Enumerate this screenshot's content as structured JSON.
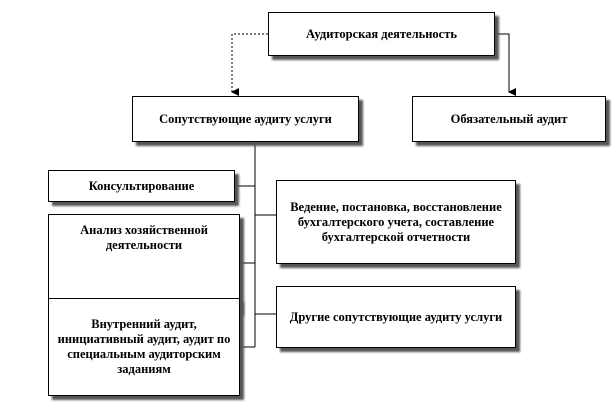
{
  "diagram": {
    "root": {
      "label": "Аудиторская деятельность"
    },
    "branches": [
      {
        "label": "Сопутствующие аудиту услуги",
        "connector": "dotted-arrow"
      },
      {
        "label": "Обязательный аудит",
        "connector": "solid-arrow"
      }
    ],
    "services_left": [
      {
        "label": "Консультирование"
      },
      {
        "label": "Анализ хозяйственной деятельности"
      },
      {
        "label": "Внутренний аудит, инициативный аудит, аудит по специальным аудиторским заданиям"
      }
    ],
    "services_right": [
      {
        "label": "Ведение, постановка, восстановление бухгалтерского учета, составление бухгалтерской отчетности"
      },
      {
        "label": "Другие сопутствующие аудиту услуги"
      }
    ]
  },
  "colors": {
    "line": "#000000",
    "shadow": "#555555",
    "box_bg": "#ffffff"
  }
}
